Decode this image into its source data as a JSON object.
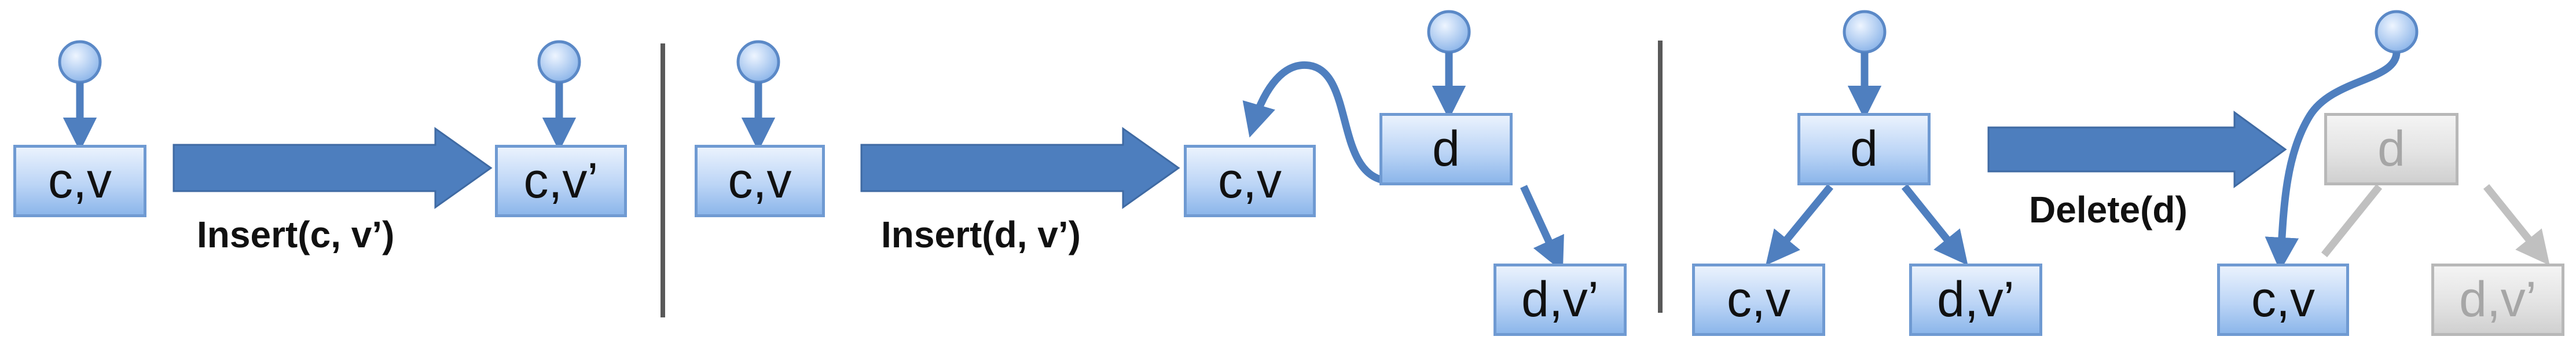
{
  "panels": [
    {
      "operation": "Insert(c, v’)",
      "before": {
        "node": "c,v"
      },
      "after": {
        "node": "c,v’"
      }
    },
    {
      "operation": "Insert(d, v’)",
      "before": {
        "node": "c,v"
      },
      "after": {
        "root": "d",
        "left": "c,v",
        "right": "d,v’"
      }
    },
    {
      "operation": "Delete(d)",
      "before": {
        "root": "d",
        "left": "c,v",
        "right": "d,v’"
      },
      "after": {
        "root": "d",
        "left": "c,v",
        "right": "d,v’",
        "faded": [
          "d",
          "d,v’"
        ]
      }
    }
  ],
  "colors": {
    "node_fill": "#bcd5f6",
    "node_border": "#6f9ad2",
    "edge": "#4f7fbf",
    "big_arrow": "#4d7ebe",
    "deleted": "#c0c0c0",
    "divider": "#595959"
  }
}
